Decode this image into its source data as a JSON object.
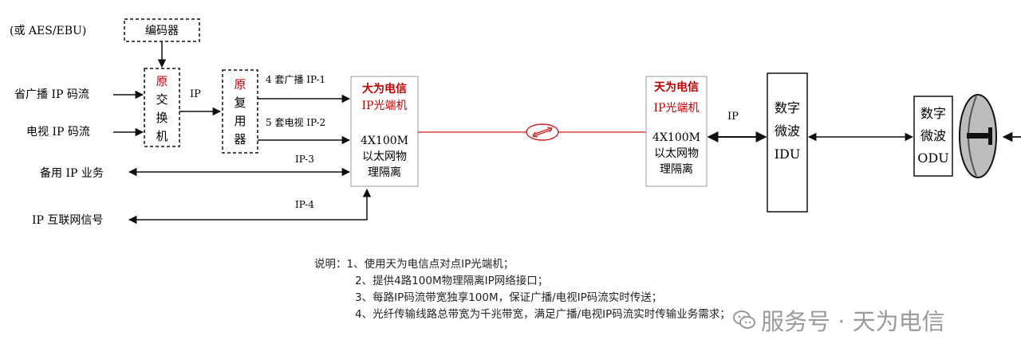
{
  "labels": {
    "aes_ebu": "(或 AES/EBU)",
    "encoder": "编码器",
    "prov_stream": "省广播 IP 码流",
    "tv_stream": "电视 IP 码流",
    "backup": "备用 IP 业务",
    "internet": "IP 互联网信号",
    "ip_a": "IP",
    "bc1": "4 套广播 IP-1",
    "tv2": "5 套电视 IP-2",
    "ip3": "IP-3",
    "ip4": "IP-4",
    "ip_b": "IP"
  },
  "switch": {
    "chars": [
      "原",
      "交",
      "换",
      "机"
    ]
  },
  "mux": {
    "chars": [
      "原",
      "复",
      "用",
      "器"
    ]
  },
  "left_terminal": {
    "name": "大为电信",
    "type": "IP光端机",
    "spec_lines": [
      "4X100M",
      "以太网物",
      "理隔离"
    ]
  },
  "right_terminal": {
    "name": "天为电信",
    "type": "IP光端机",
    "spec_lines": [
      "4X100M",
      "以太网物",
      "理隔离"
    ]
  },
  "idu": {
    "lines": [
      "数字",
      "微波",
      "IDU"
    ]
  },
  "odu": {
    "lines": [
      "数字",
      "微波",
      "ODU"
    ]
  },
  "notes": [
    "说明：1、使用天为电信点对点IP光端机；",
    "2、提供4路100M物理隔离IP网络接口；",
    "3、每路IP码流带宽独享100M，保证广播/电视IP码流实时传送；",
    "4、光纤传输线路总带宽为千兆带宽，满足广播/电视IP码流实时传输业务需求；"
  ],
  "watermark": "服务号 · 天为电信",
  "colors": {
    "line": "#111111",
    "fiber": "#cc1f1f",
    "brand": "#c00000",
    "watermark": "#9a9a9a"
  }
}
